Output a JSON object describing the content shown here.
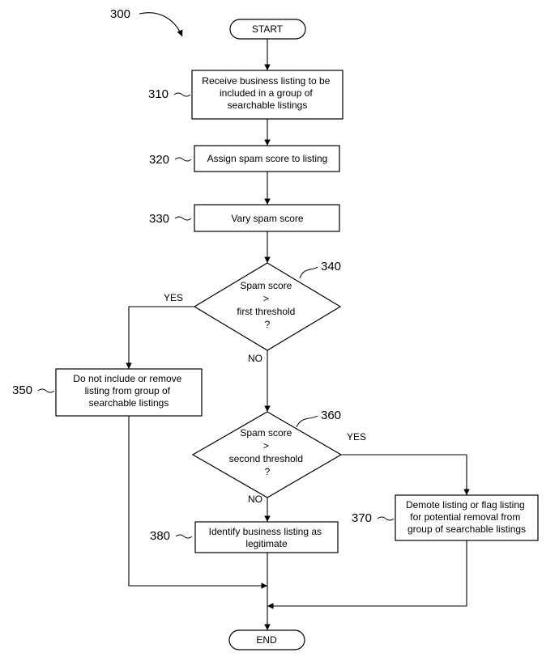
{
  "figure": {
    "number": "300"
  },
  "nodes": {
    "start": {
      "lines": [
        "START"
      ]
    },
    "step310": {
      "ref": "310",
      "lines": [
        "Receive business listing to be",
        "included in a group of",
        "searchable listings"
      ]
    },
    "step320": {
      "ref": "320",
      "lines": [
        "Assign spam score to listing"
      ]
    },
    "step330": {
      "ref": "330",
      "lines": [
        "Vary spam score"
      ]
    },
    "dec340": {
      "ref": "340",
      "lines": [
        "Spam score",
        ">",
        "first threshold",
        "?"
      ]
    },
    "step350": {
      "ref": "350",
      "lines": [
        "Do not include or remove",
        "listing from group of",
        "searchable listings"
      ]
    },
    "dec360": {
      "ref": "360",
      "lines": [
        "Spam score",
        ">",
        "second threshold",
        "?"
      ]
    },
    "step370": {
      "ref": "370",
      "lines": [
        "Demote listing or flag listing",
        "for potential removal from",
        "group of searchable listings"
      ]
    },
    "step380": {
      "ref": "380",
      "lines": [
        "Identify business listing as",
        "legitimate"
      ]
    },
    "end": {
      "lines": [
        "END"
      ]
    }
  },
  "edge_labels": {
    "d340_yes": "YES",
    "d340_no": "NO",
    "d360_yes": "YES",
    "d360_no": "NO"
  }
}
